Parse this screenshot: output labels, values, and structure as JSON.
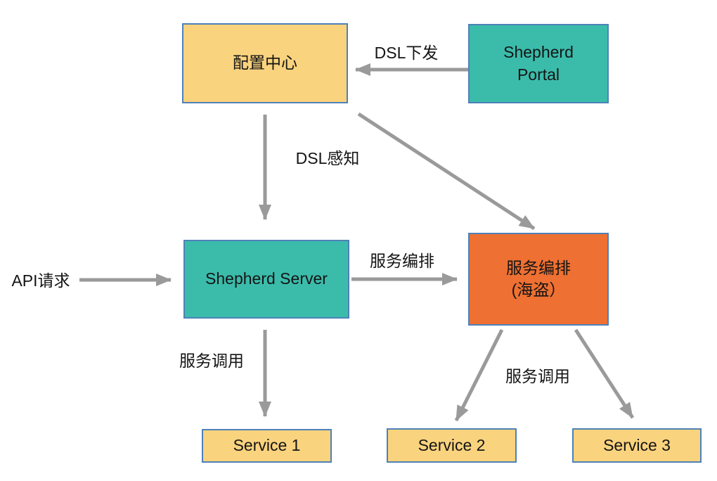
{
  "diagram": {
    "nodes": {
      "config_center": {
        "label": "配置中心",
        "fill": "#FAD37E"
      },
      "shepherd_portal": {
        "label": "Shepherd\nPortal",
        "fill": "#3BBCAB"
      },
      "shepherd_server": {
        "label": "Shepherd Server",
        "fill": "#3BBCAB"
      },
      "orchestration": {
        "label": "服务编排\n(海盗）",
        "fill": "#EE7032"
      },
      "service_1": {
        "label": "Service 1",
        "fill": "#FAD37E"
      },
      "service_2": {
        "label": "Service 2",
        "fill": "#FAD37E"
      },
      "service_3": {
        "label": "Service 3",
        "fill": "#FAD37E"
      }
    },
    "edges": [
      {
        "from": "shepherd_portal",
        "to": "config_center",
        "label": "DSL下发"
      },
      {
        "from": "config_center",
        "to": "shepherd_server",
        "label": "DSL感知"
      },
      {
        "from": "config_center",
        "to": "orchestration",
        "label": ""
      },
      {
        "from": "api_request",
        "to": "shepherd_server",
        "label": "API请求"
      },
      {
        "from": "shepherd_server",
        "to": "orchestration",
        "label": "服务编排"
      },
      {
        "from": "shepherd_server",
        "to": "service_1",
        "label": "服务调用"
      },
      {
        "from": "orchestration",
        "to": "service_2",
        "label": "服务调用"
      },
      {
        "from": "orchestration",
        "to": "service_3",
        "label": ""
      }
    ],
    "colors": {
      "box_border": "#4E81B8",
      "arrow": "#9A9A9A",
      "text": "#141414",
      "yellow_fill": "#FAD37E",
      "teal_fill": "#3BBCAB",
      "orange_fill": "#EE7032",
      "background": "#FFFFFF"
    }
  }
}
